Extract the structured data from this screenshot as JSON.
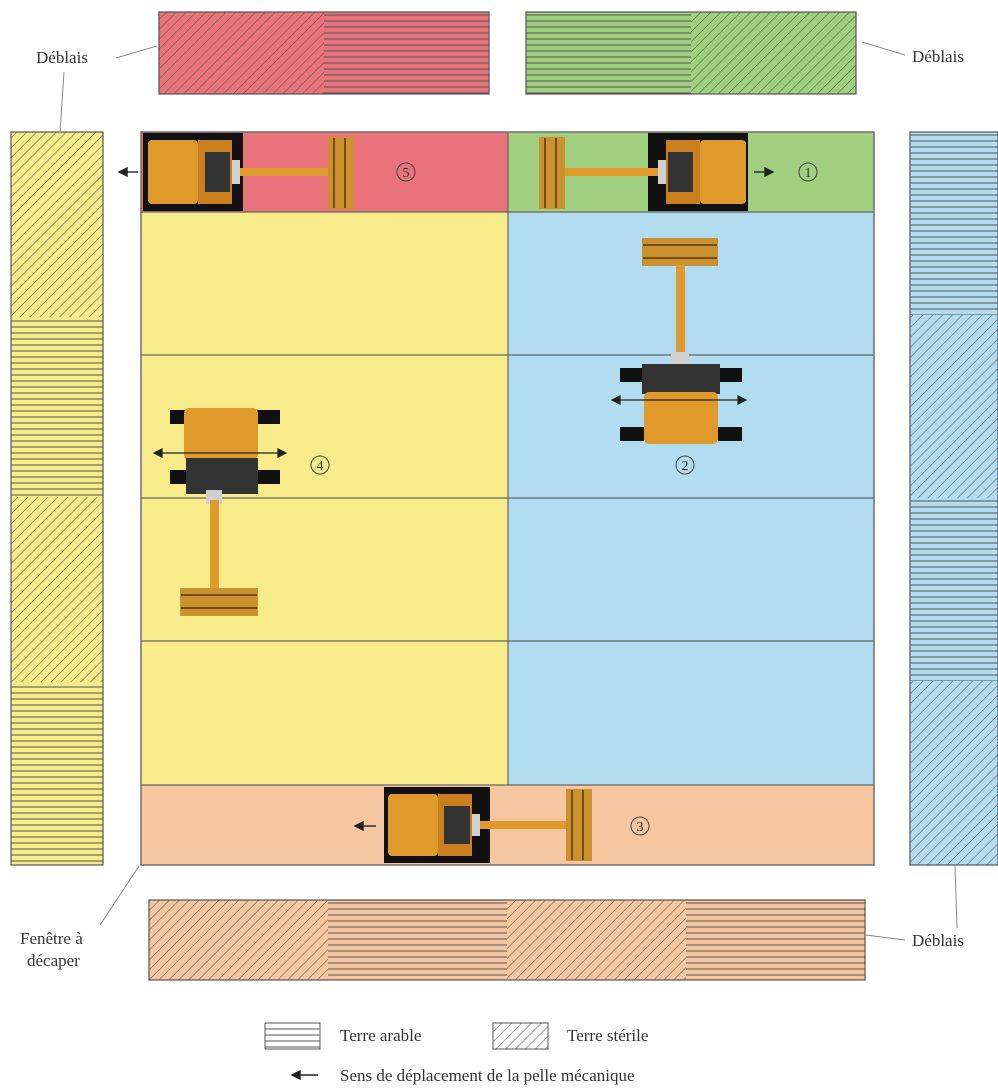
{
  "labels": {
    "deblais_top_left": "Déblais",
    "deblais_top_right": "Déblais",
    "deblais_bottom_right": "Déblais",
    "fenetre_line1": "Fenêtre à",
    "fenetre_line2": "décaper"
  },
  "steps": {
    "s1": "1",
    "s2": "2",
    "s3": "3",
    "s4": "4",
    "s5": "5"
  },
  "legend": {
    "terre_arable": "Terre arable",
    "terre_sterile": "Terre stérile",
    "direction": "Sens de déplacement de la pelle mécanique"
  },
  "colors": {
    "red_zone": "#e9737a",
    "green_zone": "#9fcf7f",
    "yellow_zone": "#f7eb8a",
    "blue_zone": "#b2dcf0",
    "orange_zone": "#f6c6a0",
    "excavator_body": "#e09a2c"
  }
}
